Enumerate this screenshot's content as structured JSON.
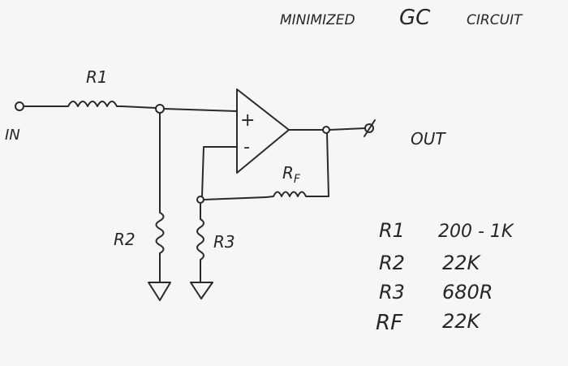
{
  "title": {
    "word1": "MINIMIZED",
    "word2": "GC",
    "word3": "CIRCUIT"
  },
  "labels": {
    "in": "IN",
    "out": "OUT",
    "r1": "R1",
    "r2": "R2",
    "r3": "R3",
    "rf_main": "R",
    "rf_sub": "F",
    "plus": "+",
    "minus": "-"
  },
  "values_table": [
    {
      "name": "R1",
      "value": "200 - 1K"
    },
    {
      "name": "R2",
      "value": "22K"
    },
    {
      "name": "R3",
      "value": "680R"
    },
    {
      "name": "RF",
      "value": "22K"
    }
  ]
}
